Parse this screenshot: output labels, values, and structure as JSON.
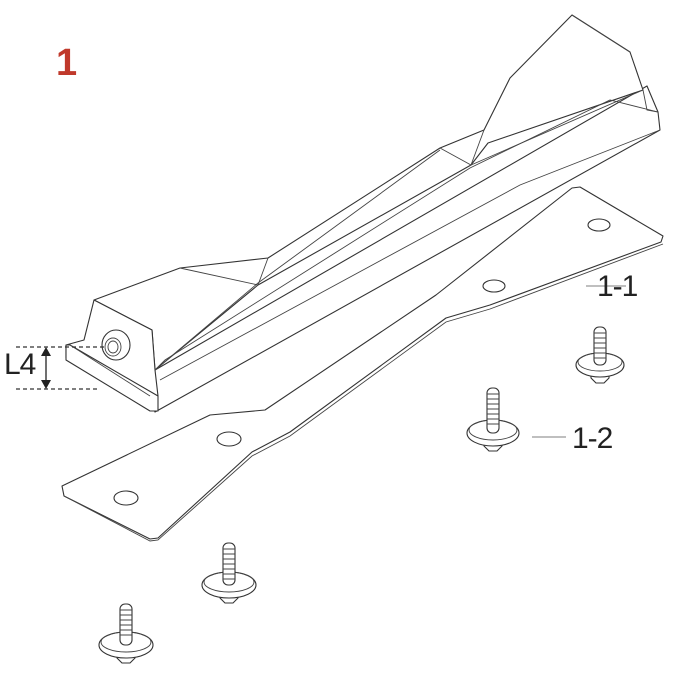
{
  "diagram": {
    "figure_number": "1",
    "figure_number_color": "#c0392b",
    "labels": {
      "part_1_1": "1-1",
      "part_1_2": "1-2",
      "dimension": "L4"
    },
    "parts": [
      {
        "id": "1",
        "name": "mounting rail bracket"
      },
      {
        "id": "1-1",
        "name": "flat plate with holes"
      },
      {
        "id": "1-2",
        "name": "flange screw",
        "quantity_shown": 4
      }
    ],
    "line_color": "#333333",
    "leader_color": "#999999"
  }
}
